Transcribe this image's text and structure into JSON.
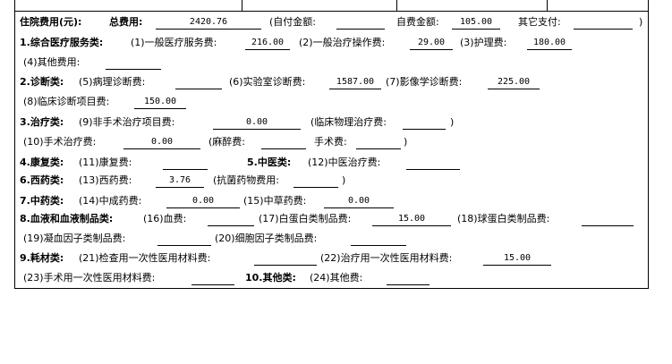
{
  "header": {
    "title": "住院费用(元):",
    "total_label": "总费用:",
    "total_value": "2420.76",
    "self_pay_label": "(自付金额:",
    "self_pay_value": "",
    "self_fee_label": "自费金额:",
    "self_fee_value": "105.00",
    "other_label": "其它支付:",
    "other_value": "",
    "close_paren": ")"
  },
  "sec1": {
    "title": "1.综合医疗服务类:",
    "i1_label": "(1)一般医疗服务费:",
    "i1_value": "216.00",
    "i2_label": "(2)一般治疗操作费:",
    "i2_value": "29.00",
    "i3_label": "(3)护理费:",
    "i3_value": "180.00",
    "i4_label": "(4)其他费用:",
    "i4_value": ""
  },
  "sec2": {
    "title": "2.诊断类:",
    "i5_label": "(5)病理诊断费:",
    "i5_value": "",
    "i6_label": "(6)实验室诊断费:",
    "i6_value": "1587.00",
    "i7_label": "(7)影像学诊断费:",
    "i7_value": "225.00",
    "i8_label": "(8)临床诊断项目费:",
    "i8_value": "150.00"
  },
  "sec3": {
    "title": "3.治疗类:",
    "i9_label": "(9)非手术治疗项目费:",
    "i9_value": "0.00",
    "i9b_label": "(临床物理治疗费:",
    "i9b_value": "",
    "i9b_close": ")",
    "i10_label": "(10)手术治疗费:",
    "i10_value": "0.00",
    "i10b_label": "(麻醉费:",
    "i10b_value": "",
    "i10c_label": "手术费:",
    "i10c_value": "",
    "i10_close": ")"
  },
  "sec4": {
    "title": "4.康复类:",
    "i11_label": "(11)康复费:",
    "i11_value": ""
  },
  "sec5": {
    "title": "5.中医类:",
    "i12_label": "(12)中医治疗费:",
    "i12_value": ""
  },
  "sec6": {
    "title": "6.西药类:",
    "i13_label": "(13)西药费:",
    "i13_value": "3.76",
    "i13b_label": "(抗菌药物费用:",
    "i13b_value": "",
    "i13_close": ")"
  },
  "sec7": {
    "title": "7.中药类:",
    "i14_label": "(14)中成药费:",
    "i14_value": "0.00",
    "i15_label": "(15)中草药费:",
    "i15_value": "0.00"
  },
  "sec8": {
    "title": "8.血液和血液制品类:",
    "i16_label": "(16)血费:",
    "i16_value": "",
    "i17_label": "(17)白蛋白类制品费:",
    "i17_value": "15.00",
    "i18_label": "(18)球蛋白类制品费:",
    "i18_value": "",
    "i19_label": "(19)凝血因子类制品费:",
    "i19_value": "",
    "i20_label": "(20)细胞因子类制品费:",
    "i20_value": ""
  },
  "sec9": {
    "title": "9.耗材类:",
    "i21_label": "(21)检查用一次性医用材料费:",
    "i21_value": "",
    "i22_label": "(22)治疗用一次性医用材料费:",
    "i22_value": "15.00",
    "i23_label": "(23)手术用一次性医用材料费:",
    "i23_value": ""
  },
  "sec10": {
    "title": "10.其他类:",
    "i24_label": "(24)其他费:",
    "i24_value": ""
  }
}
